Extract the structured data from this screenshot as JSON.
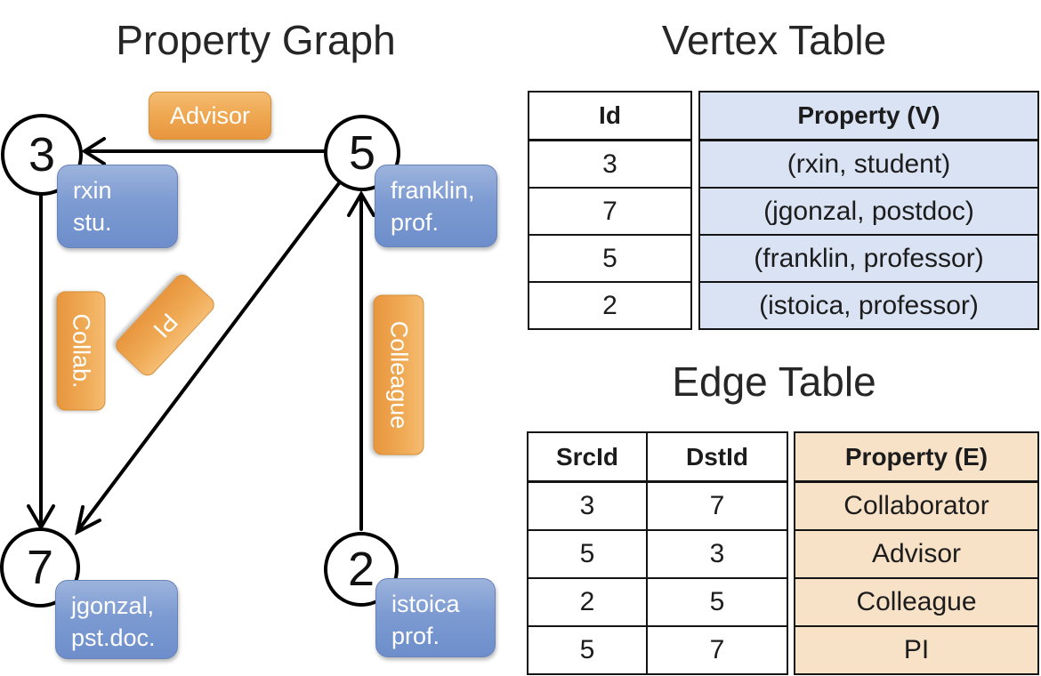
{
  "graph": {
    "title": "Property Graph",
    "nodes": [
      {
        "id": "3",
        "prop_line1": "rxin",
        "prop_line2": "stu."
      },
      {
        "id": "5",
        "prop_line1": "franklin,",
        "prop_line2": "prof."
      },
      {
        "id": "7",
        "prop_line1": "jgonzal,",
        "prop_line2": "pst.doc."
      },
      {
        "id": "2",
        "prop_line1": "istoica",
        "prop_line2": "prof."
      }
    ],
    "edge_labels": {
      "advisor": "Advisor",
      "collab": "Collab.",
      "pi": "PI",
      "colleague": "Colleague"
    }
  },
  "vertex_table": {
    "title": "Vertex Table",
    "headers": {
      "id": "Id",
      "property": "Property (V)"
    },
    "rows": [
      {
        "id": "3",
        "property": "(rxin, student)"
      },
      {
        "id": "7",
        "property": "(jgonzal, postdoc)"
      },
      {
        "id": "5",
        "property": "(franklin, professor)"
      },
      {
        "id": "2",
        "property": "(istoica, professor)"
      }
    ]
  },
  "edge_table": {
    "title": "Edge Table",
    "headers": {
      "src": "SrcId",
      "dst": "DstId",
      "property": "Property (E)"
    },
    "rows": [
      {
        "src": "3",
        "dst": "7",
        "property": "Collaborator"
      },
      {
        "src": "5",
        "dst": "3",
        "property": "Advisor"
      },
      {
        "src": "2",
        "dst": "5",
        "property": "Colleague"
      },
      {
        "src": "5",
        "dst": "7",
        "property": "PI"
      }
    ]
  },
  "colors": {
    "edge_badge_orange": "#efa953",
    "vertex_box_blue": "#7d9bd2",
    "vertex_table_cell_blue": "#dae3f3",
    "edge_table_cell_peach": "#f7e1c7",
    "line_black": "#000000"
  }
}
